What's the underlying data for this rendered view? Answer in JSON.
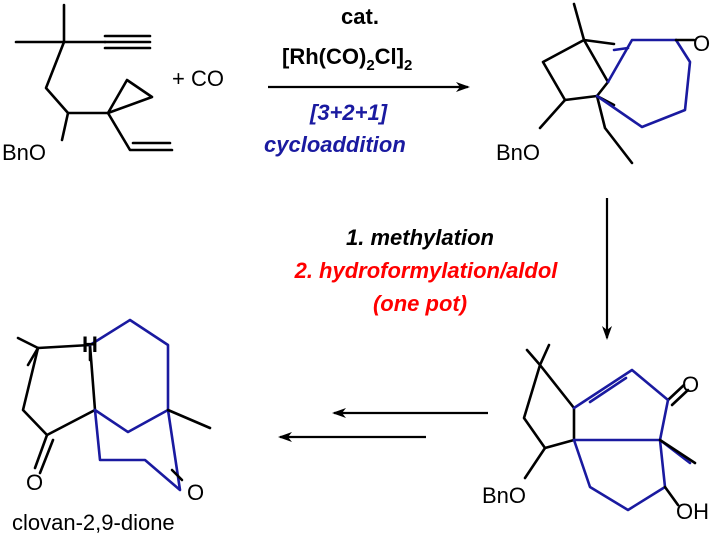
{
  "reagents": {
    "co": "+ CO",
    "cat": "cat.",
    "rh_main": "[Rh(CO)",
    "rh_sub1": "2",
    "rh_cl": "Cl]",
    "rh_sub2": "2",
    "cyclo_line1": "[3+2+1]",
    "cyclo_line2": "cycloaddition",
    "step1": "1. methylation",
    "step2": "2. hydroformylation/aldol",
    "step3": "(one pot)"
  },
  "atoms": {
    "bno_sm": "BnO",
    "bno_p1": "BnO",
    "o_p1": "O",
    "bno_p2": "BnO",
    "o_p2": "O",
    "oh_p2": "OH",
    "h_final": "H",
    "o_final_1": "O",
    "o_final_2": "O"
  },
  "final_name": "clovan-2,9-dione",
  "colors": {
    "blue_bonds": "#1a1aa0",
    "blue_text": "#1a1aa0",
    "red_text": "#ff0000",
    "black": "#000000"
  }
}
